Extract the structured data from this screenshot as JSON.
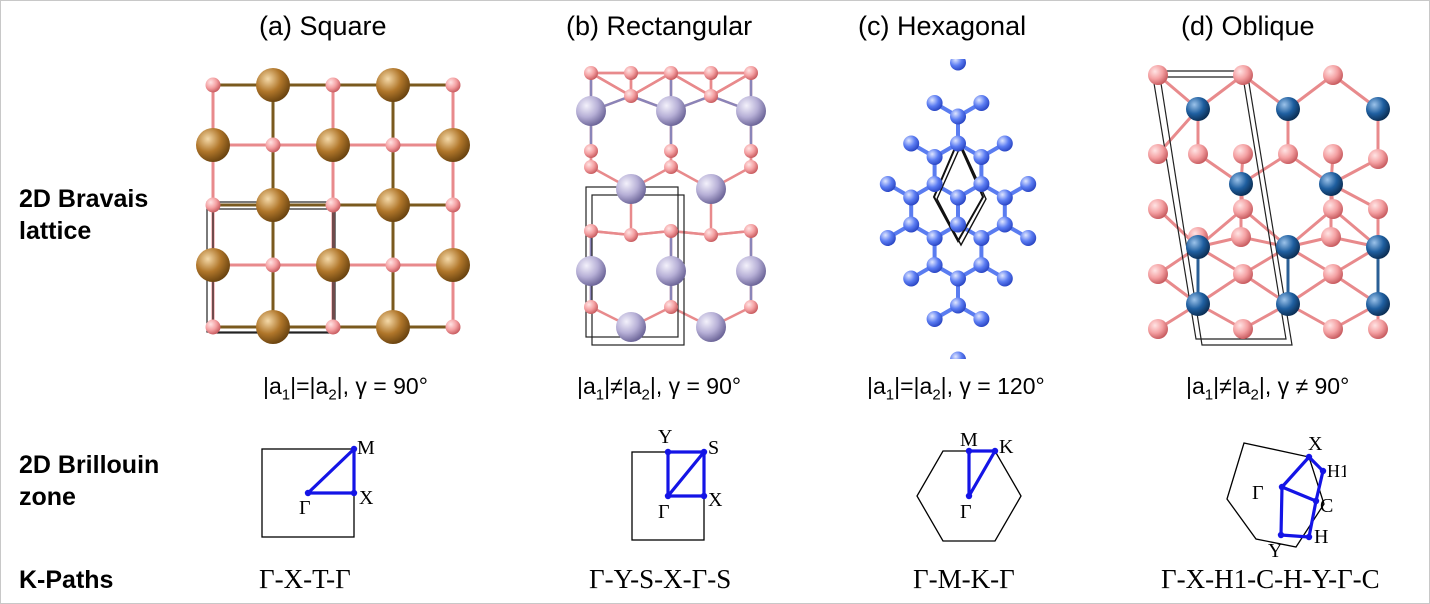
{
  "row_labels": {
    "lattice": [
      "2D Bravais",
      "lattice"
    ],
    "brillouin": [
      "2D Brillouin",
      "zone"
    ],
    "kpaths": "K-Paths"
  },
  "colors": {
    "bond_pink": "#e88a8c",
    "bond_brown": "#7a5a1e",
    "atom_gold": "#b0762a",
    "atom_pink": "#f4a0a2",
    "atom_lavender": "#b6afd6",
    "atom_blue_hex": "#5b7cf2",
    "atom_blue_dark": "#1f5fa0",
    "path_blue": "#1414e6"
  },
  "panels": [
    {
      "id": "square",
      "title": "(a) Square",
      "condition": {
        "a1": "|a",
        "s1": "1",
        "mid": "|=|a",
        "s2": "2",
        "tail": "|, γ = 90°"
      },
      "bz_labels": [
        "M",
        "X",
        "Γ"
      ],
      "kpath": "Γ-X-T-Γ"
    },
    {
      "id": "rectangular",
      "title": "(b) Rectangular",
      "condition": {
        "a1": "|a",
        "s1": "1",
        "mid": "|≠|a",
        "s2": "2",
        "tail": "|, γ = 90°"
      },
      "bz_labels": [
        "Y",
        "S",
        "X",
        "Γ"
      ],
      "kpath": "Γ-Y-S-X-Γ-S"
    },
    {
      "id": "hexagonal",
      "title": "(c) Hexagonal",
      "condition": {
        "a1": "|a",
        "s1": "1",
        "mid": "|=|a",
        "s2": "2",
        "tail": "|, γ = 120°"
      },
      "bz_labels": [
        "M",
        "K",
        "Γ"
      ],
      "kpath": "Γ-M-K-Γ"
    },
    {
      "id": "oblique",
      "title": "(d) Oblique",
      "condition": {
        "a1": "|a",
        "s1": "1",
        "mid": "|≠|a",
        "s2": "2",
        "tail": "|, γ ≠ 90°"
      },
      "bz_labels": [
        "X",
        "H1",
        "Γ",
        "C",
        "H",
        "Y"
      ],
      "kpath": "Γ-X-H1-C-H-Y-Γ-C"
    }
  ]
}
